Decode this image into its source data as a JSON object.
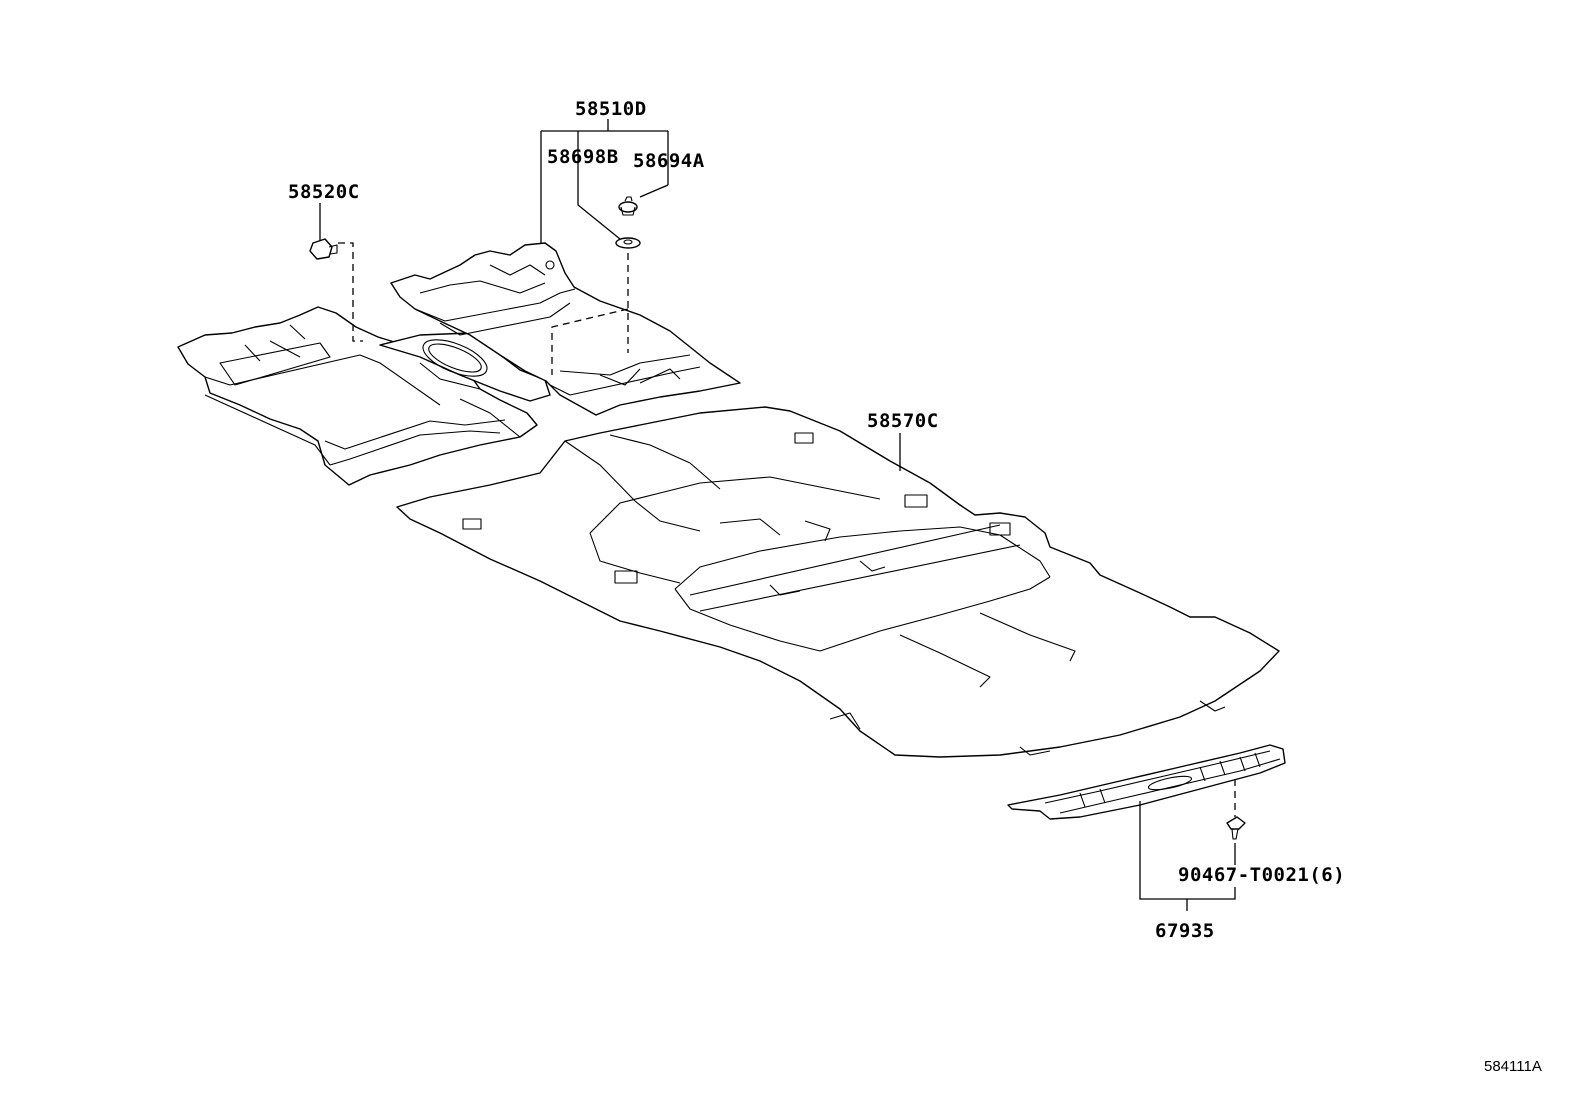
{
  "labels": {
    "p58510D": "58510D",
    "p58698B": "58698B",
    "p58694A": "58694A",
    "p58520C": "58520C",
    "p58570C": "58570C",
    "p90467": "90467-T0021(6)",
    "p67935": "67935"
  },
  "reference_code": "584111A"
}
